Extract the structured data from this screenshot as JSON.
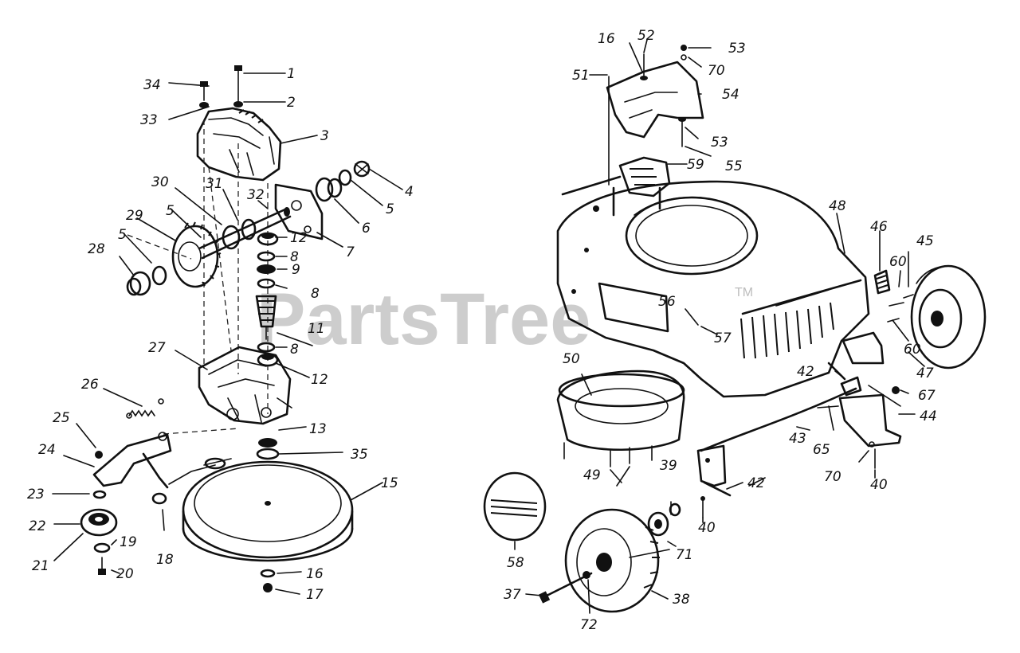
{
  "watermark": {
    "text": "PartsTree",
    "trademark": "TM"
  },
  "callouts": [
    {
      "id": "c1",
      "text": "1"
    },
    {
      "id": "c2",
      "text": "2"
    },
    {
      "id": "c3",
      "text": "3"
    },
    {
      "id": "c4",
      "text": "4"
    },
    {
      "id": "c5a",
      "text": "5"
    },
    {
      "id": "c5b",
      "text": "5"
    },
    {
      "id": "c5c",
      "text": "5"
    },
    {
      "id": "c6",
      "text": "6"
    },
    {
      "id": "c7",
      "text": "7"
    },
    {
      "id": "c8a",
      "text": "8"
    },
    {
      "id": "c8b",
      "text": "8"
    },
    {
      "id": "c8c",
      "text": "8"
    },
    {
      "id": "c9",
      "text": "9"
    },
    {
      "id": "c11",
      "text": "11"
    },
    {
      "id": "c12a",
      "text": "12"
    },
    {
      "id": "c12b",
      "text": "12"
    },
    {
      "id": "c13",
      "text": "13"
    },
    {
      "id": "c15",
      "text": "15"
    },
    {
      "id": "c16a",
      "text": "16"
    },
    {
      "id": "c16b",
      "text": "16"
    },
    {
      "id": "c17",
      "text": "17"
    },
    {
      "id": "c18",
      "text": "18"
    },
    {
      "id": "c19",
      "text": "19"
    },
    {
      "id": "c20",
      "text": "20"
    },
    {
      "id": "c21",
      "text": "21"
    },
    {
      "id": "c22",
      "text": "22"
    },
    {
      "id": "c23",
      "text": "23"
    },
    {
      "id": "c24",
      "text": "24"
    },
    {
      "id": "c25",
      "text": "25"
    },
    {
      "id": "c26",
      "text": "26"
    },
    {
      "id": "c27",
      "text": "27"
    },
    {
      "id": "c28",
      "text": "28"
    },
    {
      "id": "c29",
      "text": "29"
    },
    {
      "id": "c30",
      "text": "30"
    },
    {
      "id": "c31",
      "text": "31"
    },
    {
      "id": "c32",
      "text": "32"
    },
    {
      "id": "c33",
      "text": "33"
    },
    {
      "id": "c34",
      "text": "34"
    },
    {
      "id": "c35",
      "text": "35"
    },
    {
      "id": "c37",
      "text": "37"
    },
    {
      "id": "c38",
      "text": "38"
    },
    {
      "id": "c39",
      "text": "39"
    },
    {
      "id": "c40a",
      "text": "40"
    },
    {
      "id": "c40b",
      "text": "40"
    },
    {
      "id": "c42a",
      "text": "42"
    },
    {
      "id": "c42b",
      "text": "42"
    },
    {
      "id": "c43",
      "text": "43"
    },
    {
      "id": "c44",
      "text": "44"
    },
    {
      "id": "c45",
      "text": "45"
    },
    {
      "id": "c46",
      "text": "46"
    },
    {
      "id": "c47",
      "text": "47"
    },
    {
      "id": "c48",
      "text": "48"
    },
    {
      "id": "c49",
      "text": "49"
    },
    {
      "id": "c50",
      "text": "50"
    },
    {
      "id": "c51",
      "text": "51"
    },
    {
      "id": "c52",
      "text": "52"
    },
    {
      "id": "c53a",
      "text": "53"
    },
    {
      "id": "c53b",
      "text": "53"
    },
    {
      "id": "c54",
      "text": "54"
    },
    {
      "id": "c55",
      "text": "55"
    },
    {
      "id": "c56",
      "text": "56"
    },
    {
      "id": "c57",
      "text": "57"
    },
    {
      "id": "c58",
      "text": "58"
    },
    {
      "id": "c59",
      "text": "59"
    },
    {
      "id": "c60a",
      "text": "60"
    },
    {
      "id": "c60b",
      "text": "60"
    },
    {
      "id": "c65",
      "text": "65"
    },
    {
      "id": "c67",
      "text": "67"
    },
    {
      "id": "c70a",
      "text": "70"
    },
    {
      "id": "c70b",
      "text": "70"
    },
    {
      "id": "c71",
      "text": "71"
    },
    {
      "id": "c72",
      "text": "72"
    }
  ]
}
